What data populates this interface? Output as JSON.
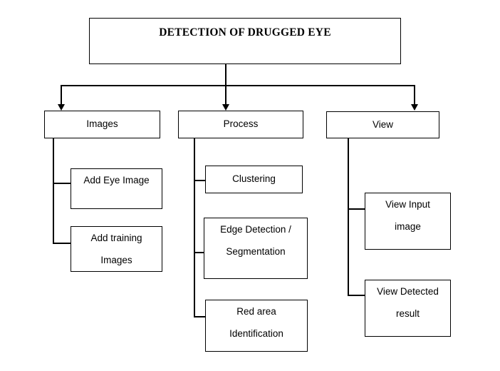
{
  "diagram": {
    "title": "DETECTION OF DRUGGED EYE",
    "root": {
      "label": "DETECTION OF DRUGGED EYE"
    },
    "branches": [
      {
        "label": "Images",
        "children": [
          {
            "line1": "Add Eye Image",
            "line2": ""
          },
          {
            "line1": "Add training",
            "line2": "Images"
          }
        ]
      },
      {
        "label": "Process",
        "children": [
          {
            "line1": "Clustering",
            "line2": ""
          },
          {
            "line1": "Edge Detection /",
            "line2": "Segmentation"
          },
          {
            "line1": "Red area",
            "line2": "Identification"
          }
        ]
      },
      {
        "label": "View",
        "children": [
          {
            "line1": "View Input",
            "line2": "image"
          },
          {
            "line1": "View Detected",
            "line2": "result"
          }
        ]
      }
    ],
    "colors": {
      "background": "#ffffff",
      "stroke": "#000000",
      "text": "#000000"
    }
  }
}
